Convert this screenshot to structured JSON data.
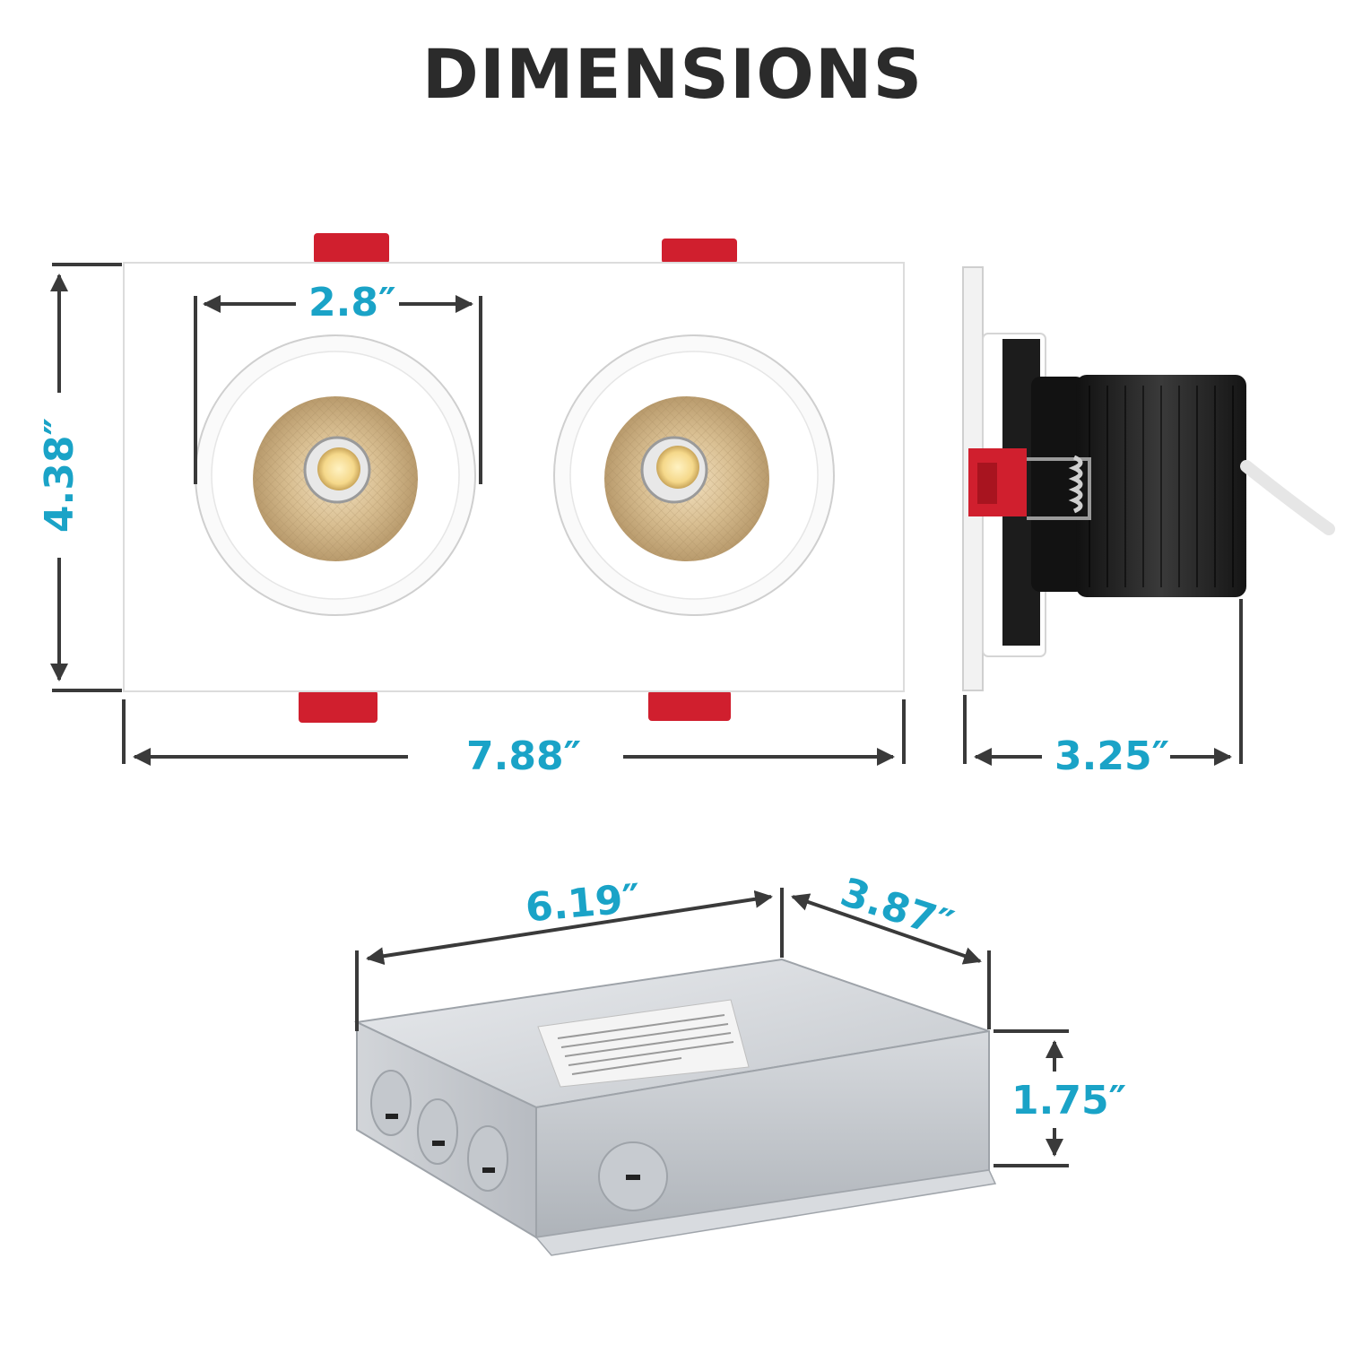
{
  "title": "DIMENSIONS",
  "dimensions": {
    "trim_height": "4.38″",
    "trim_width": "7.88″",
    "aperture_diameter": "2.8″",
    "fixture_depth": "3.25″",
    "box_length": "6.19″",
    "box_width": "3.87″",
    "box_height": "1.75″"
  },
  "colors": {
    "dimension_text": "#1aa3c7",
    "dimension_line": "#3a3a3a",
    "title": "#2b2b2b",
    "clip_red": "#d01f2e",
    "heatsink": "#1c1c1c",
    "box_metal": "#c9ccd0"
  }
}
